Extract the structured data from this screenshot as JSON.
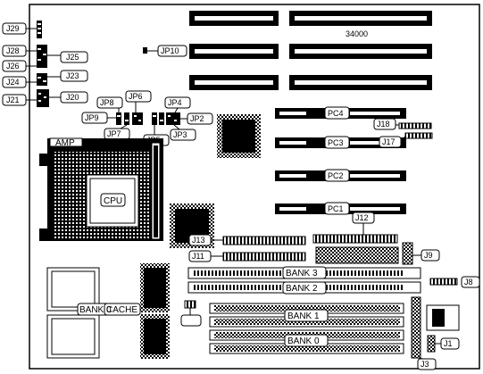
{
  "board": {
    "model": "34000",
    "labels": {
      "J29": "J29",
      "J28": "J28",
      "J26": "J26",
      "J24": "J24",
      "J21": "J21",
      "J25": "J25",
      "J23": "J23",
      "J20": "J20",
      "JP10": "JP10",
      "JP8": "JP8",
      "JP6": "JP6",
      "JP9": "JP9",
      "JP7": "JP7",
      "JP5": "JP5",
      "JP4": "JP4",
      "JP2": "JP2",
      "JP3": "JP3",
      "AMP": "AMP",
      "CPU": "CPU",
      "PC4": "PC4",
      "PC3": "PC3",
      "PC2": "PC2",
      "PC1": "PC1",
      "J18": "J18",
      "J17": "J17",
      "J12": "J12",
      "J13": "J13",
      "J11": "J11",
      "J9": "J9",
      "BANK3": "BANK 3",
      "BANK2": "BANK 2",
      "BANK1": "BANK 1",
      "BANK0_SIMM": "BANK 0",
      "J8": "J8",
      "J1": "J1",
      "J3": "J3",
      "CACHE_BANK0": "BANK 0",
      "CACHE": "CACHE"
    }
  }
}
